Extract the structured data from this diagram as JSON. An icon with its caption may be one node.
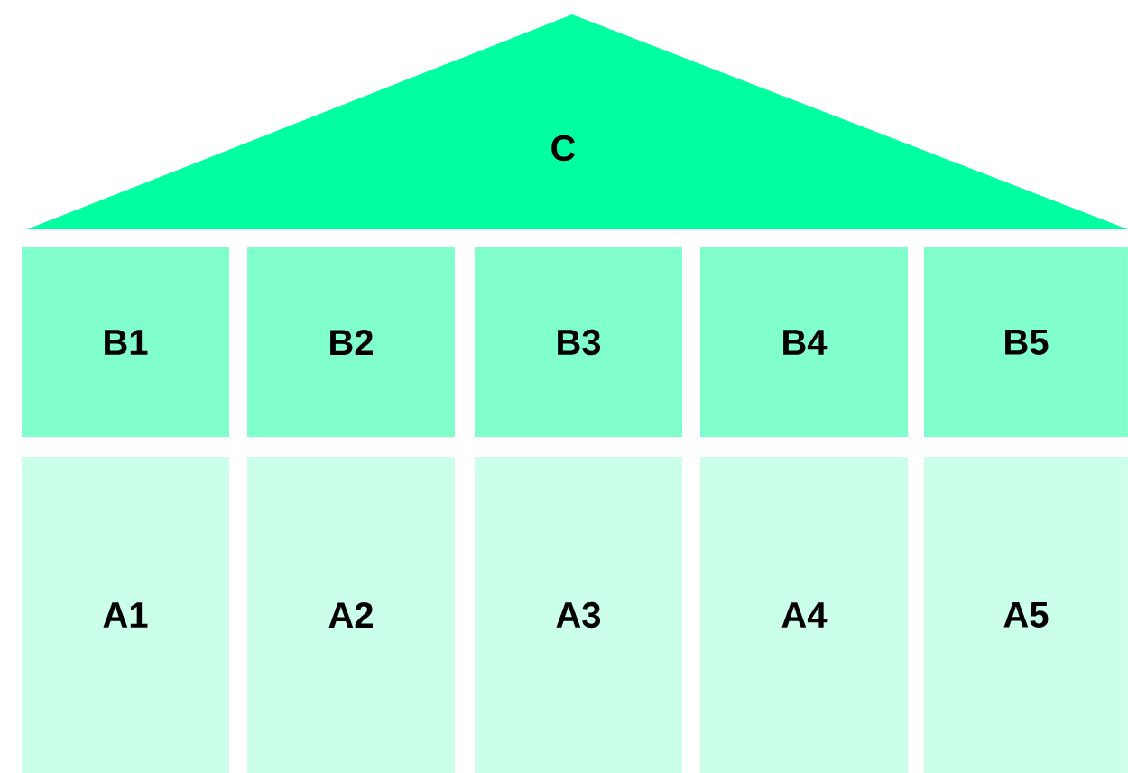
{
  "diagram": {
    "nodes": [
      {
        "text": [
          "C"
        ]
      },
      {
        "text": [
          "B1"
        ]
      },
      {
        "text": [
          "B2"
        ]
      },
      {
        "text": [
          "B3"
        ]
      },
      {
        "text": [
          "B4"
        ]
      },
      {
        "text": [
          "B5"
        ]
      },
      {
        "text": [
          "A1"
        ]
      },
      {
        "text": [
          "A2"
        ]
      },
      {
        "text": [
          "A3"
        ]
      },
      {
        "text": [
          "A4"
        ]
      },
      {
        "text": [
          "A5"
        ]
      }
    ]
  }
}
